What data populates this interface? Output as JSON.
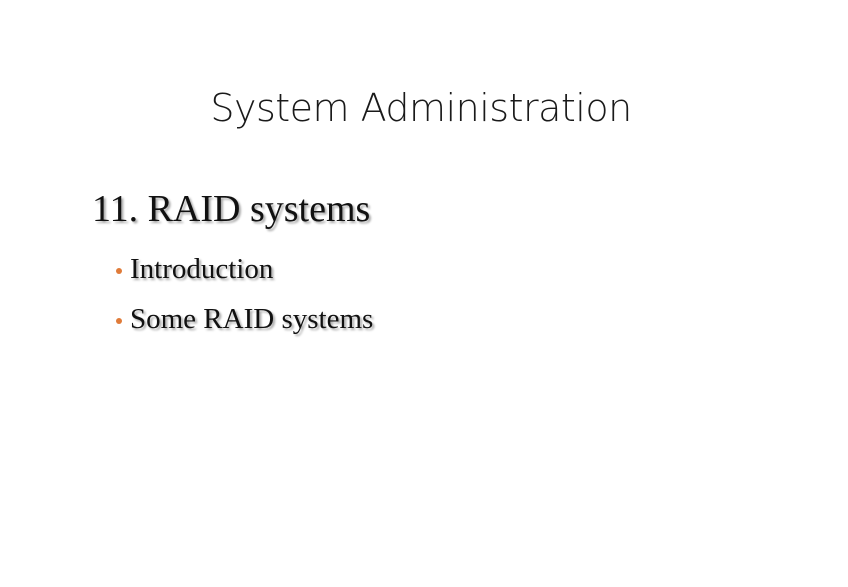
{
  "slide": {
    "title": "System Administration",
    "heading": "11. RAID systems",
    "bullets": [
      {
        "label": "Introduction"
      },
      {
        "label": "Some RAID systems"
      }
    ],
    "colors": {
      "background": "#ffffff",
      "text": "#111111",
      "bullet_accent": "#e07b39"
    }
  }
}
